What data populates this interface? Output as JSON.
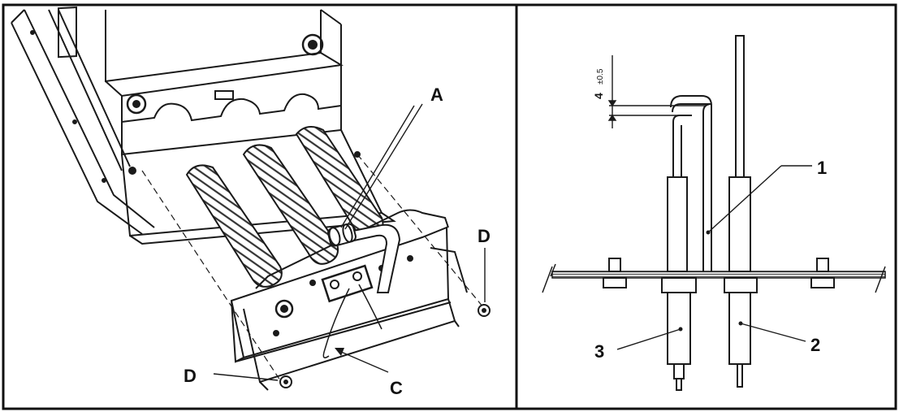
{
  "left_panel": {
    "callouts": {
      "a": "A",
      "c": "C",
      "d_right": "D",
      "d_bottom": "D"
    }
  },
  "right_panel": {
    "dimension": {
      "value": "4",
      "tolerance": "±0.5"
    },
    "callouts": {
      "one": "1",
      "two": "2",
      "three": "3"
    }
  },
  "colors": {
    "line": "#1a1a1a",
    "background": "#ffffff",
    "plate_hatch": "#555555"
  }
}
